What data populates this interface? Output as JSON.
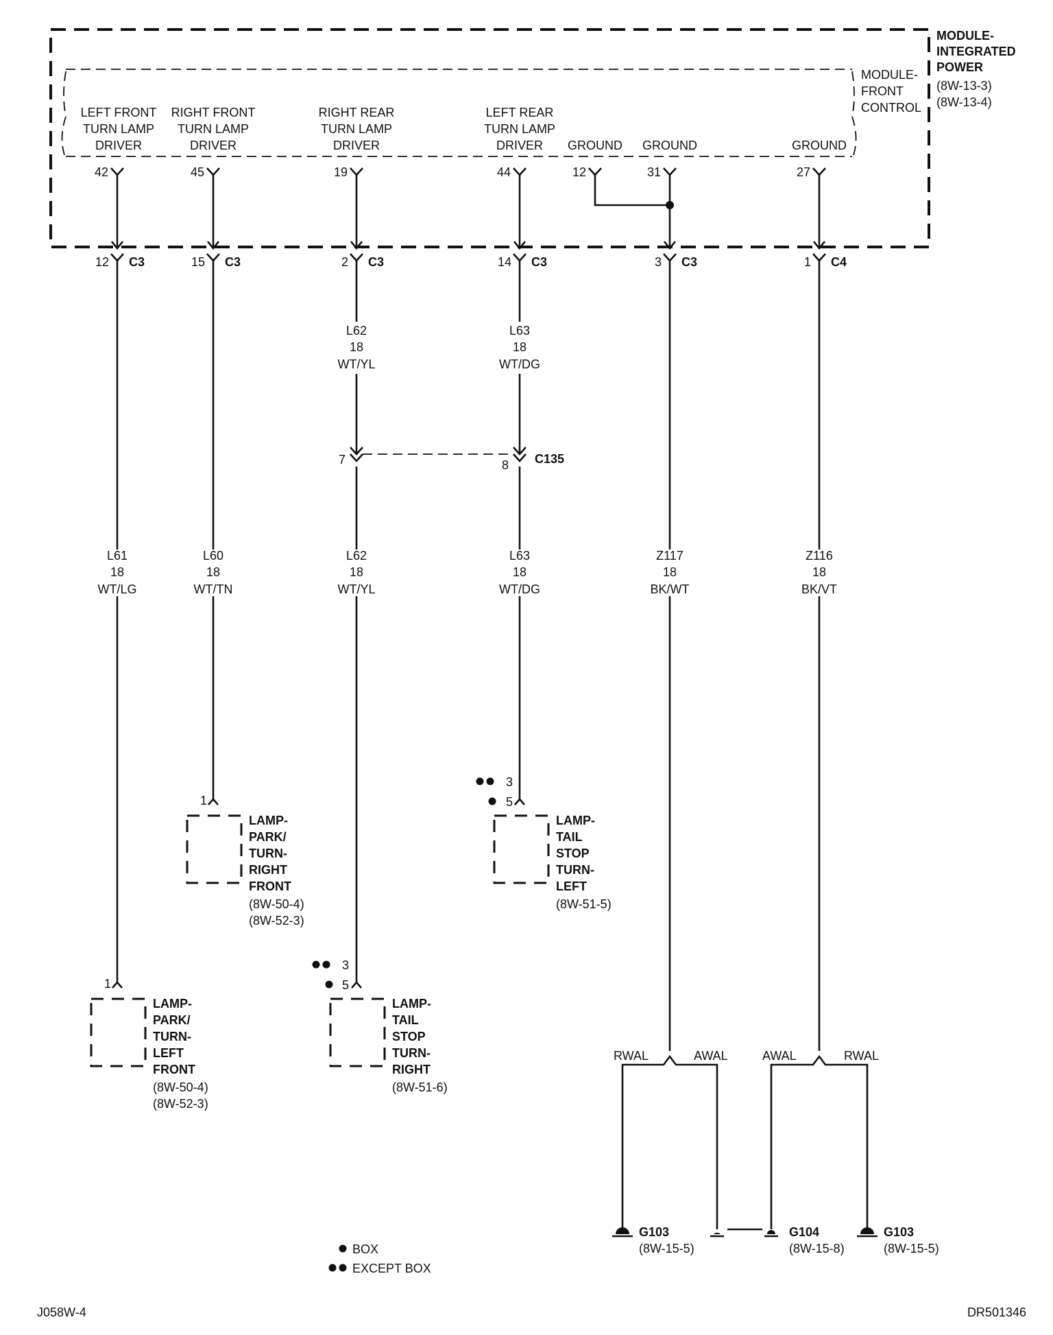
{
  "modules": {
    "integrated_power": [
      "MODULE-",
      "INTEGRATED",
      "POWER",
      "(8W-13-3)",
      "(8W-13-4)"
    ],
    "front_control": [
      "MODULE-",
      "FRONT",
      "CONTROL"
    ]
  },
  "drivers": {
    "left_front": [
      "LEFT FRONT",
      "TURN LAMP",
      "DRIVER"
    ],
    "right_front": [
      "RIGHT FRONT",
      "TURN LAMP",
      "DRIVER"
    ],
    "right_rear": [
      "RIGHT REAR",
      "TURN LAMP",
      "DRIVER"
    ],
    "left_rear": [
      "LEFT REAR",
      "TURN LAMP",
      "DRIVER"
    ],
    "ground": "GROUND"
  },
  "pins": {
    "lf": "42",
    "rf": "45",
    "rr": "19",
    "lr": "44",
    "g1": "12",
    "g2": "31",
    "g3": "27"
  },
  "connectors": {
    "lf": {
      "pin": "12",
      "name": "C3"
    },
    "rf": {
      "pin": "15",
      "name": "C3"
    },
    "rr": {
      "pin": "2",
      "name": "C3"
    },
    "lr": {
      "pin": "14",
      "name": "C3"
    },
    "g": {
      "pin": "3",
      "name": "C3"
    },
    "g3": {
      "pin": "1",
      "name": "C4"
    }
  },
  "inline": {
    "name": "C135",
    "rr_pin": "7",
    "lr_pin": "8"
  },
  "wires": {
    "l62_upper": [
      "L62",
      "18",
      "WT/YL"
    ],
    "l63_upper": [
      "L63",
      "18",
      "WT/DG"
    ],
    "l61": [
      "L61",
      "18",
      "WT/LG"
    ],
    "l60": [
      "L60",
      "18",
      "WT/TN"
    ],
    "l62": [
      "L62",
      "18",
      "WT/YL"
    ],
    "l63": [
      "L63",
      "18",
      "WT/DG"
    ],
    "z117": [
      "Z117",
      "18",
      "BK/WT"
    ],
    "z116": [
      "Z116",
      "18",
      "BK/VT"
    ]
  },
  "lamps": {
    "rf": {
      "pin": "1",
      "label": [
        "LAMP-",
        "PARK/",
        "TURN-",
        "RIGHT",
        "FRONT"
      ],
      "refs": [
        "(8W-50-4)",
        "(8W-52-3)"
      ]
    },
    "lr": {
      "pin_except": "3",
      "pin_box": "5",
      "label": [
        "LAMP-",
        "TAIL",
        "STOP",
        "TURN-",
        "LEFT"
      ],
      "refs": [
        "(8W-51-5)"
      ]
    },
    "lf": {
      "pin": "1",
      "label": [
        "LAMP-",
        "PARK/",
        "TURN-",
        "LEFT",
        "FRONT"
      ],
      "refs": [
        "(8W-50-4)",
        "(8W-52-3)"
      ]
    },
    "rr": {
      "pin_except": "3",
      "pin_box": "5",
      "label": [
        "LAMP-",
        "TAIL",
        "STOP",
        "TURN-",
        "RIGHT"
      ],
      "refs": [
        "(8W-51-6)"
      ]
    }
  },
  "splits": {
    "left": [
      "RWAL",
      "AWAL"
    ],
    "right": [
      "AWAL",
      "RWAL"
    ]
  },
  "grounds": {
    "g1": {
      "name": "G103",
      "ref": "(8W-15-5)"
    },
    "g2": {
      "name": "G104",
      "ref": "(8W-15-8)"
    },
    "g3": {
      "name": "G103",
      "ref": "(8W-15-5)"
    }
  },
  "legend": {
    "box": "BOX",
    "except_box": "EXCEPT BOX"
  },
  "footer": {
    "left": "J058W-4",
    "right": "DR501346"
  }
}
